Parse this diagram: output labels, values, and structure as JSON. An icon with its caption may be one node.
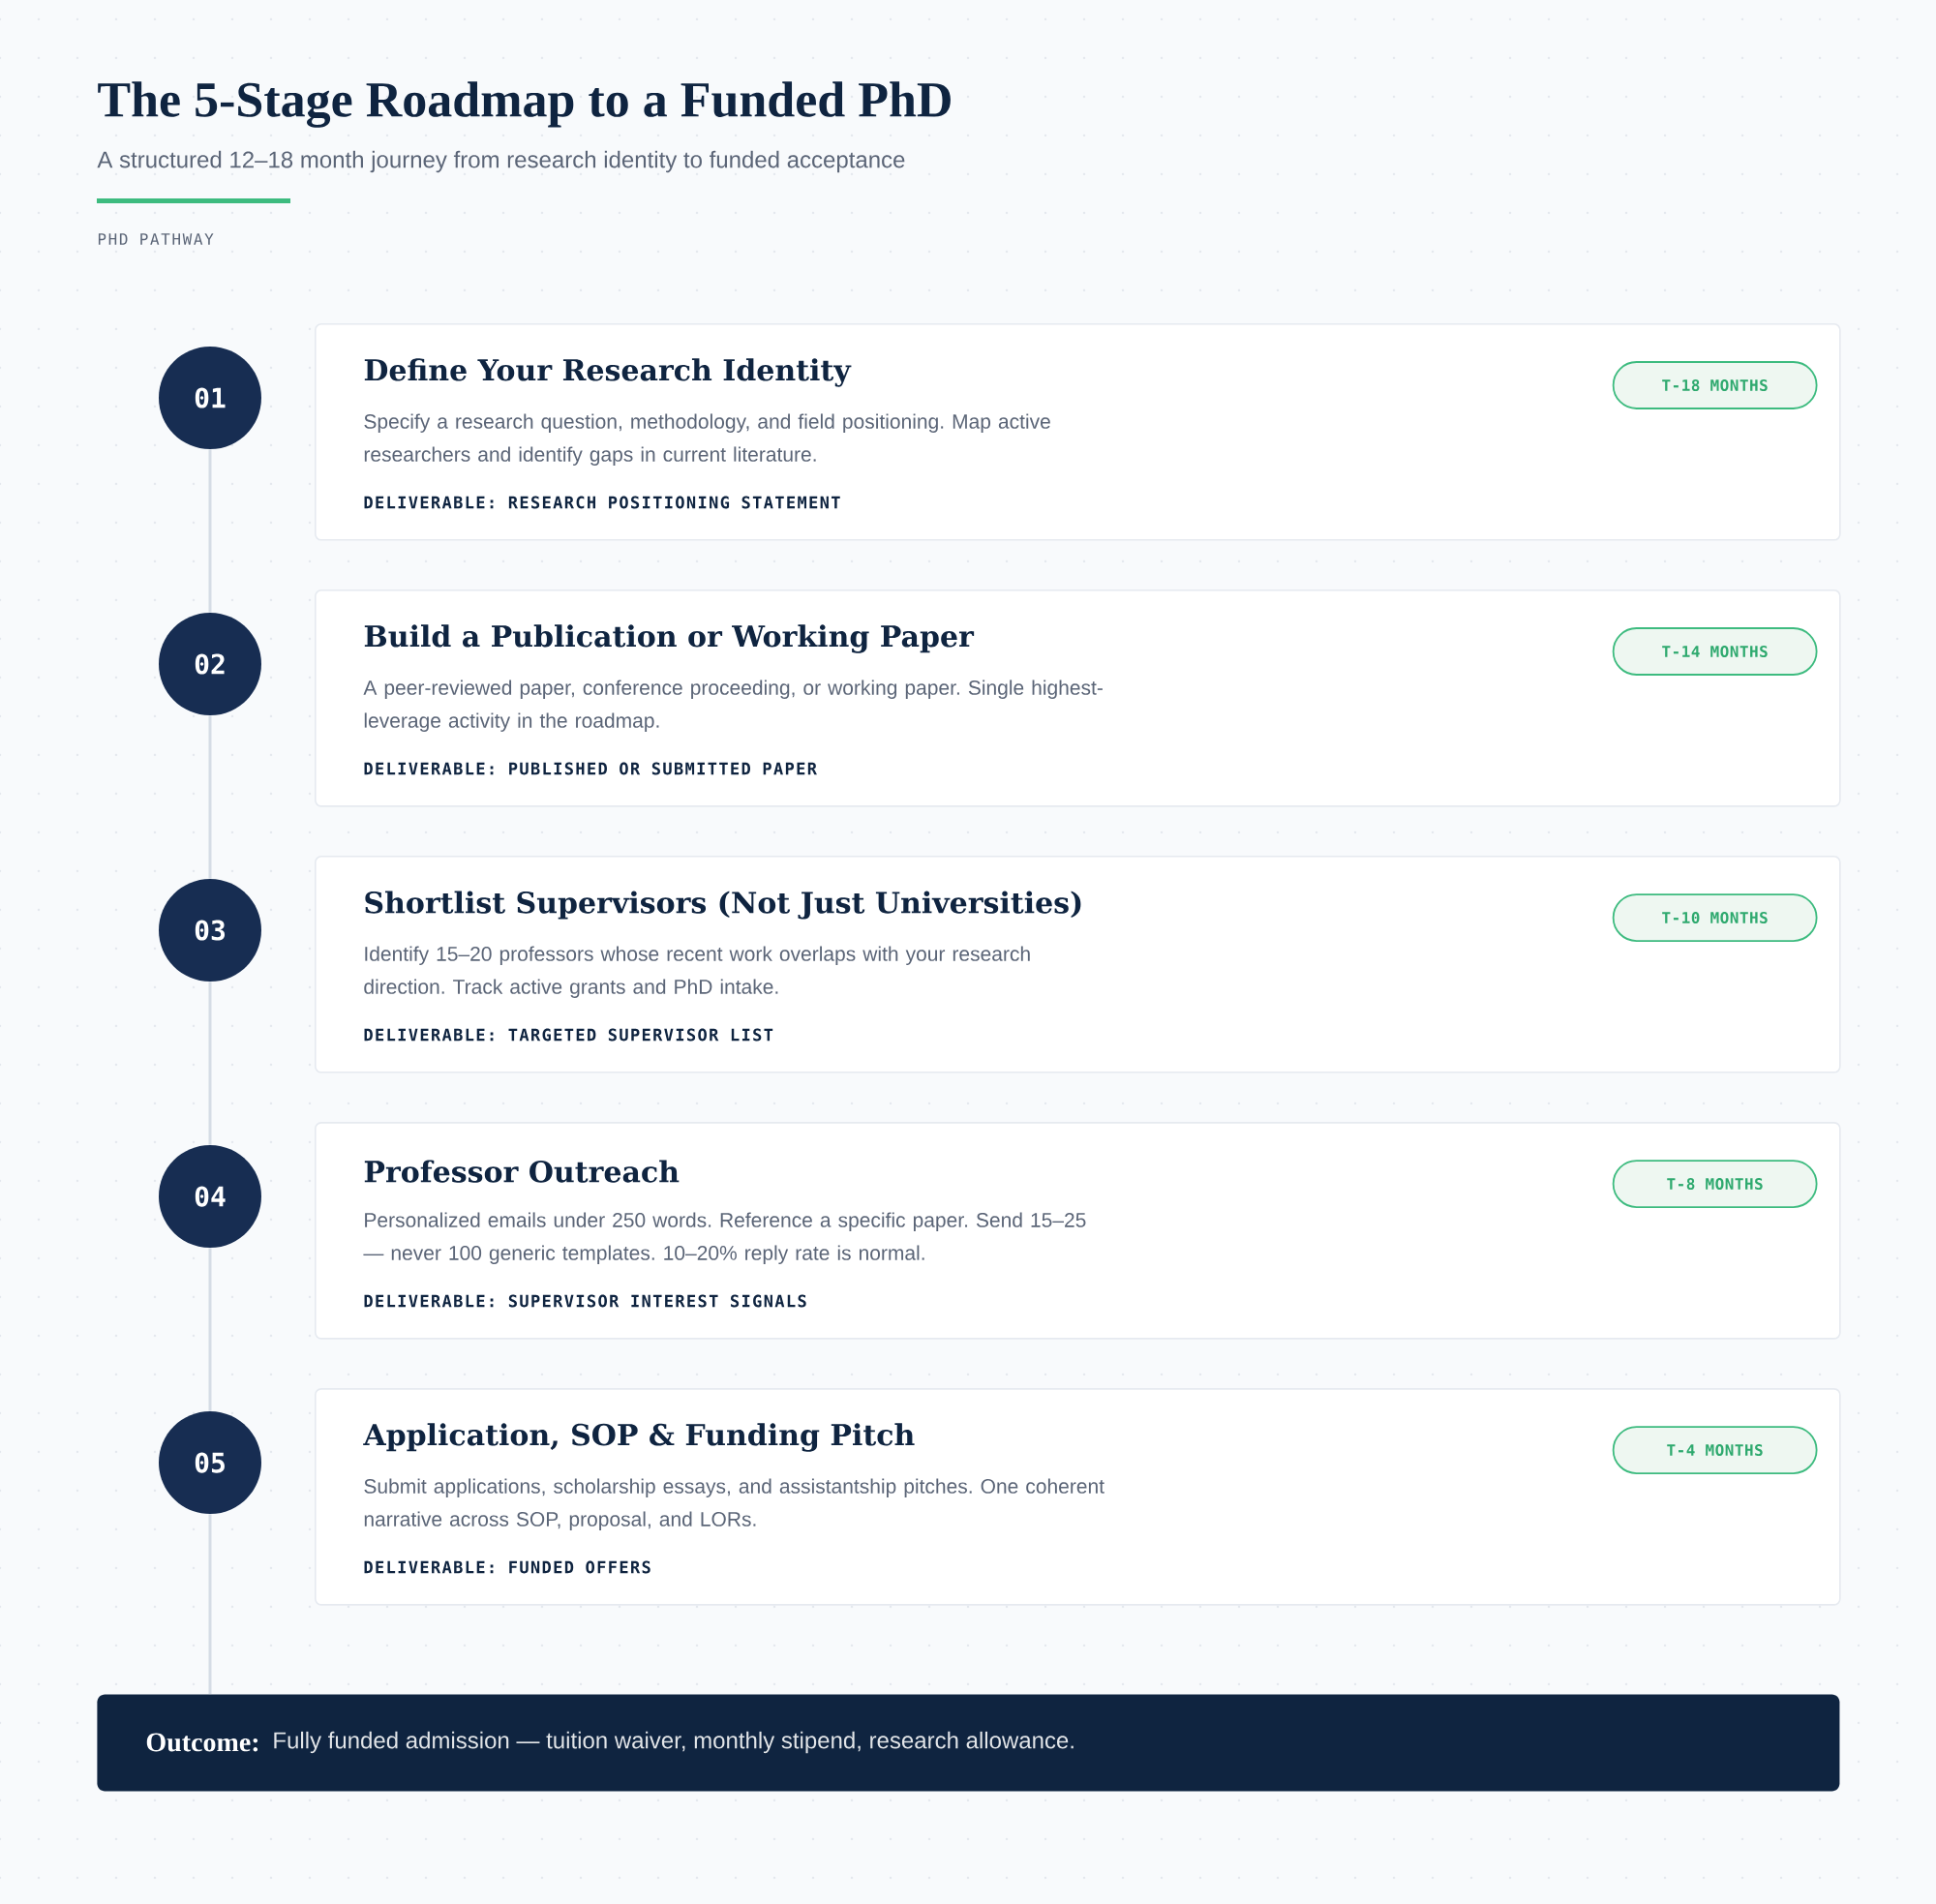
{
  "diagram": {
    "title": "The 5-Stage Roadmap to a Funded PhD",
    "nodes": [
      {
        "text": [
          "01"
        ]
      },
      {
        "text": [
          "Define Your Research Identity",
          "Specify a research question, methodology, and field positioning. Map active researchers and identify gaps in current literature.",
          "DELIVERABLE: RESEARCH POSITIONING STATEMENT"
        ]
      },
      {
        "text": [
          "T-18 MONTHS"
        ],
        "in": 1
      },
      {
        "text": [
          "02"
        ]
      },
      {
        "text": [
          "Build a Publication or Working Paper",
          "A peer-reviewed paper, conference proceeding, or working paper. Single highest-leverage activity in the roadmap.",
          "DELIVERABLE: PUBLISHED OR SUBMITTED PAPER"
        ]
      },
      {
        "text": [
          "T-14 MONTHS"
        ],
        "in": 4
      },
      {
        "text": [
          "03"
        ]
      },
      {
        "text": [
          "Shortlist Supervisors (Not Just Universities)",
          "Identify 15–20 professors whose recent work overlaps with your research direction. Track active grants and PhD intake.",
          "DELIVERABLE: TARGETED SUPERVISOR LIST"
        ]
      },
      {
        "text": [
          "T-10 MONTHS"
        ],
        "in": 7
      },
      {
        "text": [
          "04"
        ]
      },
      {
        "text": [
          "Professor Outreach",
          "Personalized emails under 250 words. Reference a specific paper. Send 15–25 — never 100 generic templates. 10–20% reply rate is normal.",
          "DELIVERABLE: SUPERVISOR INTEREST SIGNALS"
        ]
      },
      {
        "text": [
          "T-8 MONTHS"
        ],
        "in": 10
      },
      {
        "text": [
          "05"
        ]
      },
      {
        "text": [
          "Application, SOP & Funding Pitch",
          "Submit applications, scholarship essays, and assistantship pitches. One coherent narrative across SOP, proposal, and LORs.",
          "DELIVERABLE: FUNDED OFFERS"
        ]
      },
      {
        "text": [
          "T-4 MONTHS"
        ],
        "in": 13
      },
      {
        "text": [
          "Outcome:",
          "Fully funded admission — tuition waiver, monthly stipend, research allowance."
        ]
      }
    ],
    "edges": [
      {
        "from": 0,
        "to": 3,
        "arrow": "none"
      },
      {
        "from": 3,
        "to": 6,
        "arrow": "none"
      },
      {
        "from": 6,
        "to": 9,
        "arrow": "none"
      },
      {
        "from": 9,
        "to": 12,
        "arrow": "none"
      },
      {
        "from": 12,
        "to": 15,
        "arrow": "none"
      }
    ],
    "labels": [
      "A structured 12–18 month journey from research identity to funded acceptance",
      "PHD PATHWAY"
    ]
  }
}
